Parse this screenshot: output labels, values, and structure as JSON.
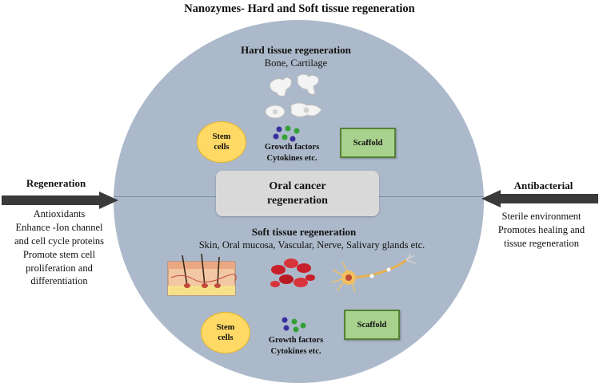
{
  "title": "Nanozymes- Hard and Soft tissue regeneration",
  "center": {
    "line1": "Oral cancer",
    "line2": "regeneration"
  },
  "hard": {
    "title": "Hard tissue regeneration",
    "subtitle": "Bone, Cartilage",
    "stem_label_1": "Stem",
    "stem_label_2": "cells",
    "growth_1": "Growth factors",
    "growth_2": "Cytokines etc.",
    "scaffold": "Scaffold"
  },
  "soft": {
    "title": "Soft tissue regeneration",
    "subtitle": "Skin, Oral mucosa, Vascular, Nerve, Salivary glands etc.",
    "stem_label_1": "Stem",
    "stem_label_2": "cells",
    "growth_1": "Growth factors",
    "growth_2": "Cytokines etc.",
    "scaffold": "Scaffold"
  },
  "left": {
    "heading": "Regeneration",
    "lines": [
      "Antioxidants",
      "Enhance -Ion channel",
      "and cell cycle proteins",
      "Promote stem cell",
      "proliferation and",
      "differentiation"
    ]
  },
  "right": {
    "heading": "Antibacterial",
    "lines": [
      "Sterile environment",
      "Promotes healing and",
      "tissue regeneration"
    ]
  },
  "colors": {
    "circle": "#acb9ca",
    "stem": "#ffd966",
    "scaffold": "#a9d18e",
    "arrow": "#3a3a3a",
    "dot_blue": "#3b2fa0",
    "dot_green": "#35a035"
  }
}
